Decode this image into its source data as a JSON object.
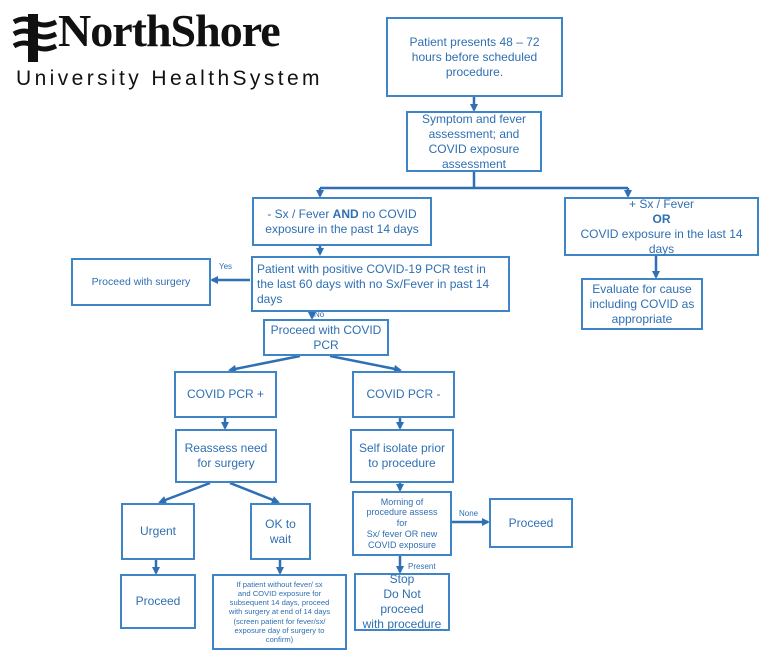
{
  "header": {
    "logo_name": "NorthShore",
    "logo_sub": "University HealthSystem"
  },
  "nodes": {
    "start": "Patient presents 48 – 72\nhours before scheduled\nprocedure.",
    "symptom": "Symptom and fever\nassessment; and\nCOVID exposure\nassessment",
    "neg_sx_pre": "- Sx / Fever ",
    "neg_sx_bold": "AND",
    "neg_sx_post": " no COVID\nexposure in the past 14 days",
    "pos_sx_pre": "+ Sx / Fever\n",
    "pos_sx_bold": "OR",
    "pos_sx_post": "\nCOVID exposure in the last 14\ndays",
    "evaluate": "Evaluate for cause\nincluding COVID as\nappropriate",
    "pcr_history": "Patient with positive COVID-19 PCR test in\nthe last 60 days with no Sx/Fever in past 14\ndays",
    "proceed_surgery": "Proceed with surgery",
    "proceed_pcr": "Proceed with COVID\nPCR",
    "pcr_pos": "COVID PCR +",
    "pcr_neg": "COVID PCR -",
    "reassess": "Reassess need\nfor surgery",
    "self_isolate": "Self isolate prior\nto procedure",
    "urgent": "Urgent",
    "ok_wait": "OK to\nwait",
    "morning": "Morning of\nprocedure assess\nfor\nSx/ fever OR new\nCOVID exposure",
    "proceed_right": "Proceed",
    "proceed_urgent": "Proceed",
    "wait_detail": "If patient without fever/ sx\nand COVID exposure for\nsubsequent 14 days, proceed\nwith surgery at end of 14 days\n(screen patient for fever/sx/\nexposure day of surgery to\nconfirm)",
    "stop": "Stop\nDo Not proceed\nwith procedure"
  },
  "edge_labels": {
    "yes": "Yes",
    "no": "No",
    "none": "None",
    "present": "Present"
  },
  "colors": {
    "border": "#3d85c6",
    "text": "#2f6fb3",
    "arrow": "#2f6fb3"
  }
}
